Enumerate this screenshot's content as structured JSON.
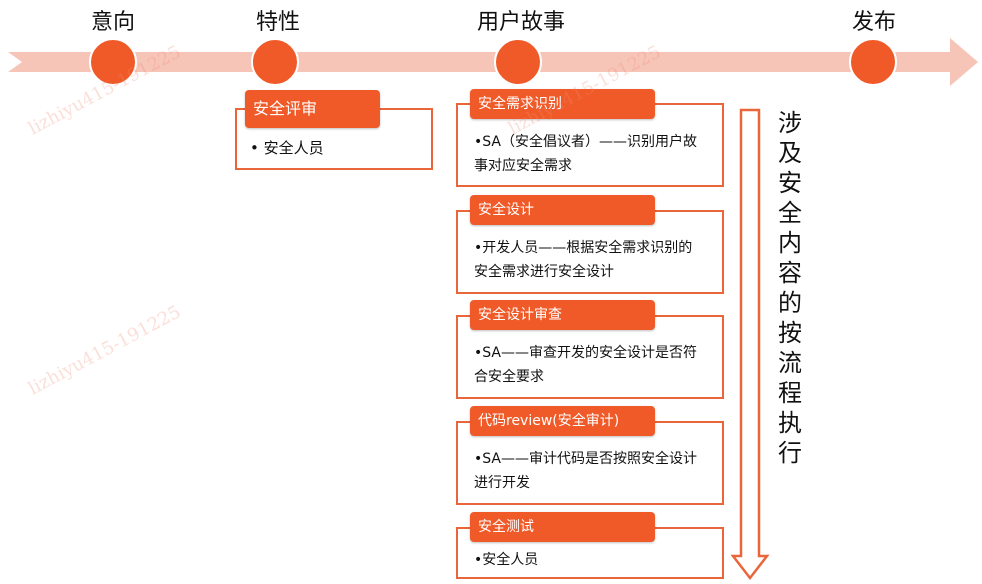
{
  "timeline": {
    "milestones": [
      {
        "label": "意向"
      },
      {
        "label": "特性"
      },
      {
        "label": "用户故事"
      },
      {
        "label": "发布"
      }
    ]
  },
  "feature_card": {
    "title": "安全评审",
    "body": "•  安全人员"
  },
  "story_cards": [
    {
      "title": "安全需求识别",
      "body": "•SA（安全倡议者）——识别用户故事对应安全需求"
    },
    {
      "title": "安全设计",
      "body": "•开发人员——根据安全需求识别的安全需求进行安全设计"
    },
    {
      "title": "安全设计审查",
      "body": "•SA——审查开发的安全设计是否符合安全要求"
    },
    {
      "title": "代码review(安全审计)",
      "body": "•SA——审计代码是否按照安全设计进行开发"
    },
    {
      "title": "安全测试",
      "body": "•安全人员"
    }
  ],
  "side_note": "涉及安全内容的按流程执行",
  "watermark": "lizhiyu415-191225",
  "colors": {
    "accent": "#f05a28",
    "timeline": "#f7c4b8",
    "border": "#e8663a"
  }
}
